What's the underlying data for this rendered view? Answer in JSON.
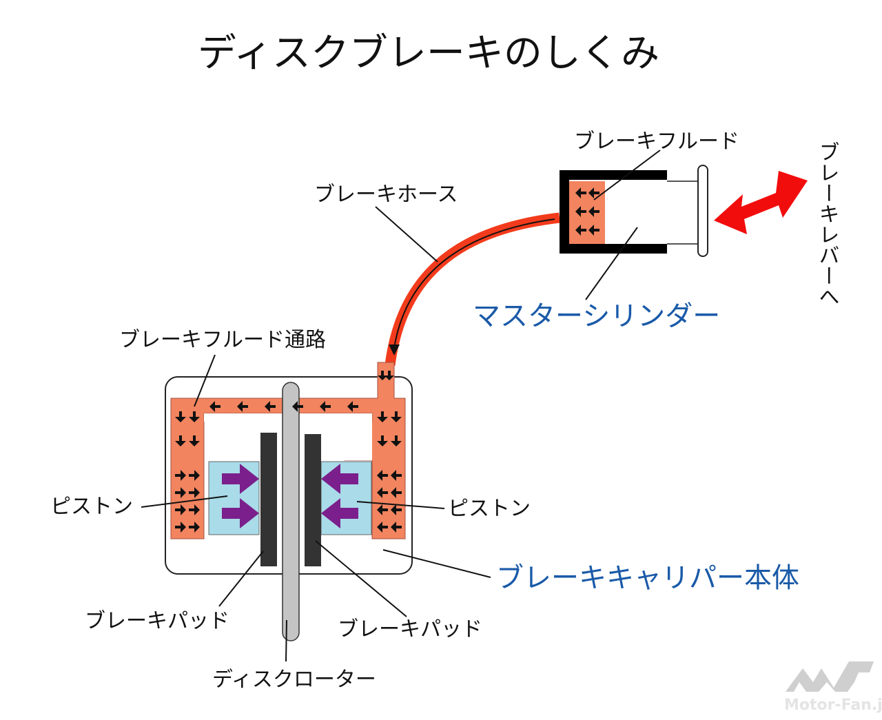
{
  "title": "ディスクブレーキのしくみ",
  "labels": {
    "master_fluid": "ブレーキフルード",
    "hose": "ブレーキホース",
    "master_cylinder": "マスターシリンダー",
    "lever": "ブレーキレバーへ",
    "fluid_passage": "ブレーキフルード通路",
    "piston_left": "ピストン",
    "piston_right": "ピストン",
    "caliper_body": "ブレーキキャリパー本体",
    "pad_left": "ブレーキパッド",
    "pad_right": "ブレーキパッド",
    "rotor": "ディスクローター"
  },
  "watermark": {
    "logo": "MF",
    "text": "Motor-Fan.jp"
  },
  "colors": {
    "fluid": "#f2845f",
    "hose": "#f23b1c",
    "piston": "#a9dbe8",
    "pad": "#333333",
    "rotor": "#c4c4c4",
    "push_arrow": "#7b1f8c",
    "lever_arrow": "#f20d0d",
    "accent_text": "#1a5aa8"
  }
}
